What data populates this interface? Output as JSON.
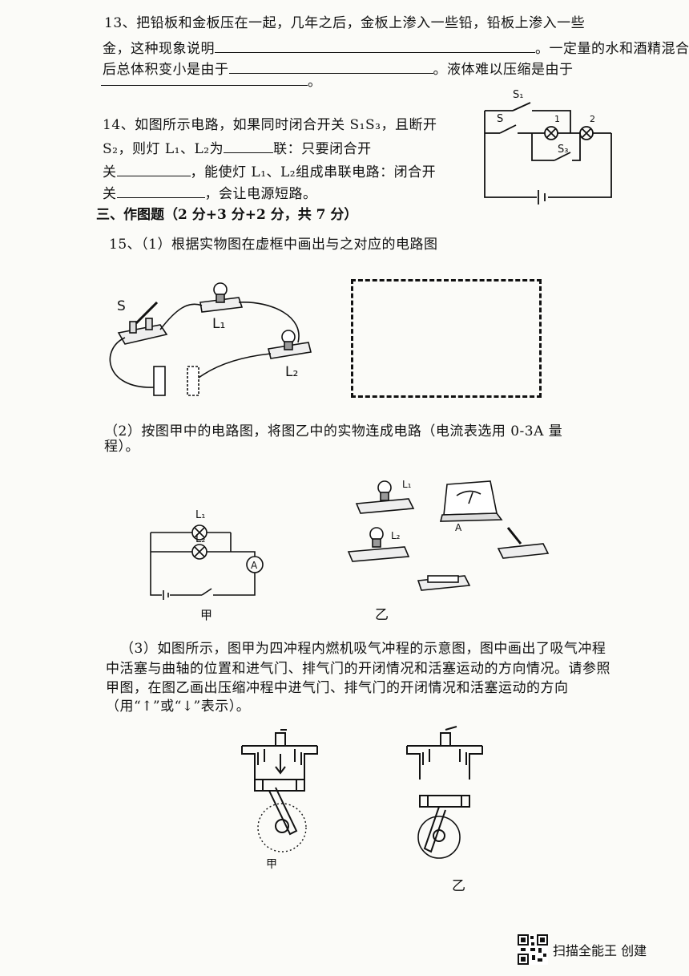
{
  "q13": {
    "line1": "13、把铅板和金板压在一起，几年之后，金板上渗入一些铅，铅板上渗入一些",
    "line2a": "金，这种现象说明",
    "line2b": "。一定量的水和酒精混合",
    "line3a": "后总体积变小是由于",
    "line3b": "。液体难以压缩是由于",
    "line4b": "。"
  },
  "q14": {
    "line1": "14、如图所示电路，如果同时闭合开关 S₁S₃，且断开",
    "line2a": "S₂，则灯 L₁、L₂为",
    "line2b": "联：只要闭合开",
    "line3a": "关",
    "line3b": "，能使灯 L₁、L₂组成串联电路：闭合开",
    "line4a": "关",
    "line4b": "，会让电源短路。",
    "fig_labels": {
      "s1": "S₁",
      "s2": "S",
      "s3": "S₃",
      "l1": "1",
      "l2": "2"
    }
  },
  "section3": {
    "title": "三、作图题（2 分+3 分+2 分，共 7 分）"
  },
  "q15": {
    "part1": "15、（1）根据实物图在虚框中画出与之对应的电路图",
    "part1_labels": {
      "switch": "S",
      "lamp1": "L₁",
      "lamp2": "L₂"
    },
    "part2_line1": "（2）按图甲中的电路图，将图乙中的实物连成电路（电流表选用 0-3A 量",
    "part2_line2": "程）。",
    "part2_labels": {
      "l1": "L₁",
      "l2": "L₂",
      "ammeter": "A",
      "fig_a": "甲",
      "fig_b": "乙",
      "meter_label": "A"
    },
    "part3_line1": "（3）如图所示，图甲为四冲程内燃机吸气冲程的示意图，图中画出了吸气冲程",
    "part3_line2": "中活塞与曲轴的位置和进气门、排气门的开闭情况和活塞运动的方向情况。请参照",
    "part3_line3": "甲图，在图乙画出压缩冲程中进气门、排气门的开闭情况和活塞运动的方向",
    "part3_line4": "（用“↑”或“↓”表示）。",
    "part3_labels": {
      "fig_a": "甲",
      "fig_b": "乙"
    }
  },
  "watermark": {
    "text": "扫描全能王 创建",
    "icon": "qr-code-icon"
  }
}
